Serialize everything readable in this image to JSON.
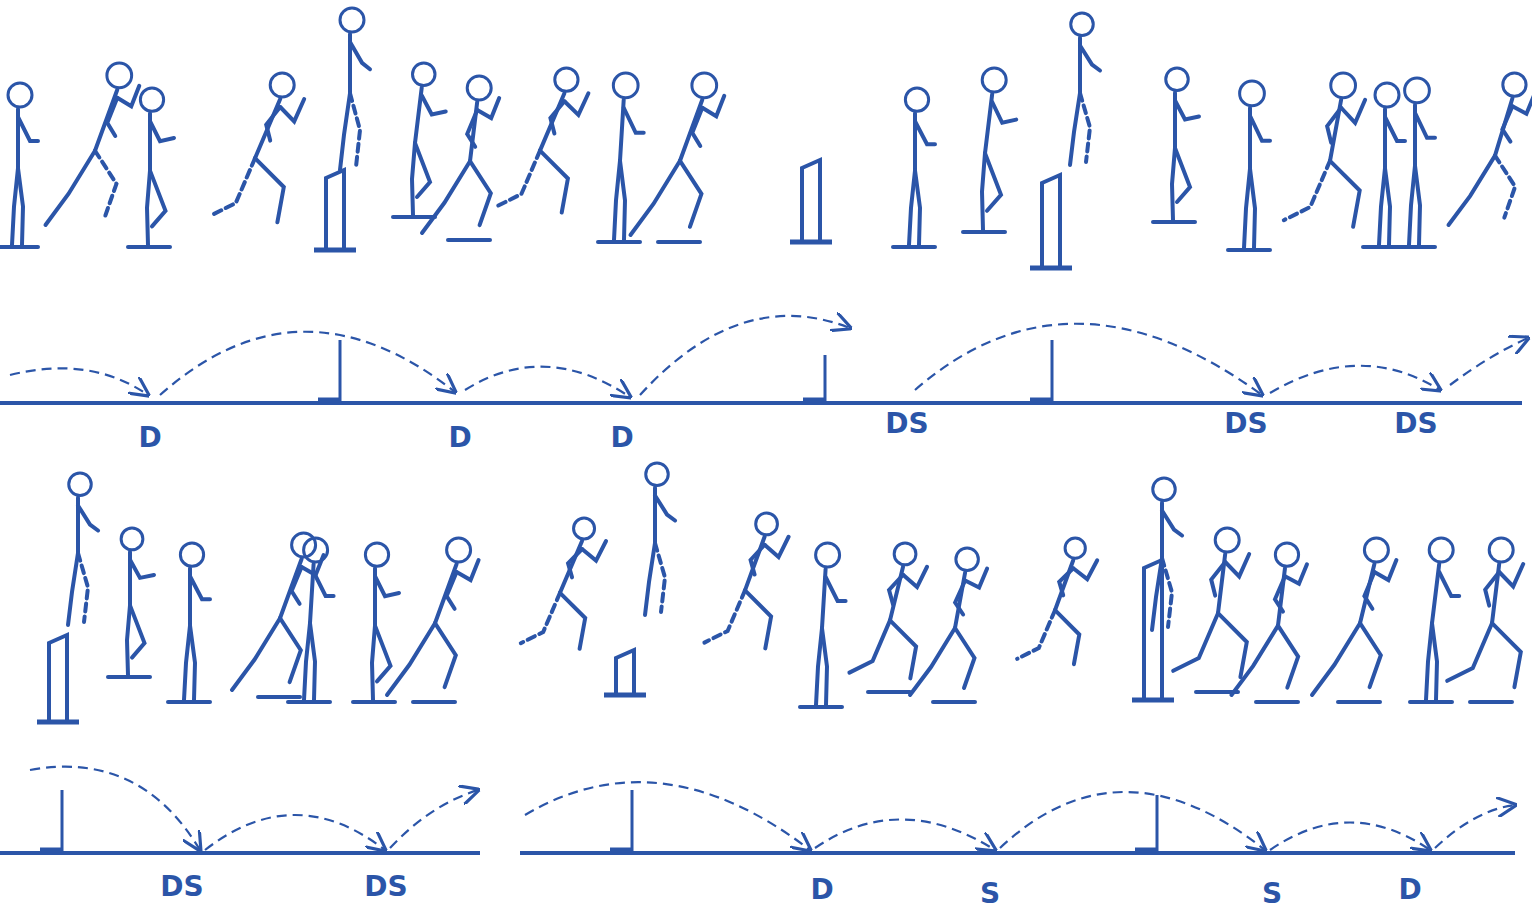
{
  "diagram": {
    "labels": [
      "D",
      "D",
      "D",
      "DS",
      "DS",
      "DS",
      "DS",
      "DS",
      "D",
      "S",
      "S",
      "D"
    ]
  }
}
